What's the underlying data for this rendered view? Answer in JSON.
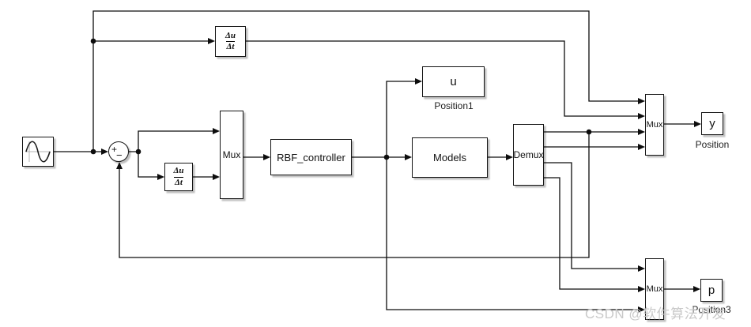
{
  "watermark": "CSDN @软件算法开发",
  "blocks": {
    "sum": {
      "plus": "+",
      "minus": "−"
    },
    "derivative_ref": {
      "numerator": "Δu",
      "denominator": "Δt"
    },
    "derivative_err": {
      "numerator": "Δu",
      "denominator": "Δt"
    },
    "mux_in": {
      "label": "Mux"
    },
    "rbf_controller": {
      "label": "RBF_controller"
    },
    "models": {
      "label": "Models"
    },
    "demux": {
      "label": "Demux"
    },
    "display_u": {
      "label": "u",
      "caption": "Position1"
    },
    "mux_y": {
      "label": "Mux"
    },
    "display_y": {
      "label": "y",
      "caption": "Position"
    },
    "mux_p": {
      "label": "Mux"
    },
    "display_p": {
      "label": "p",
      "caption": "Position3"
    }
  }
}
